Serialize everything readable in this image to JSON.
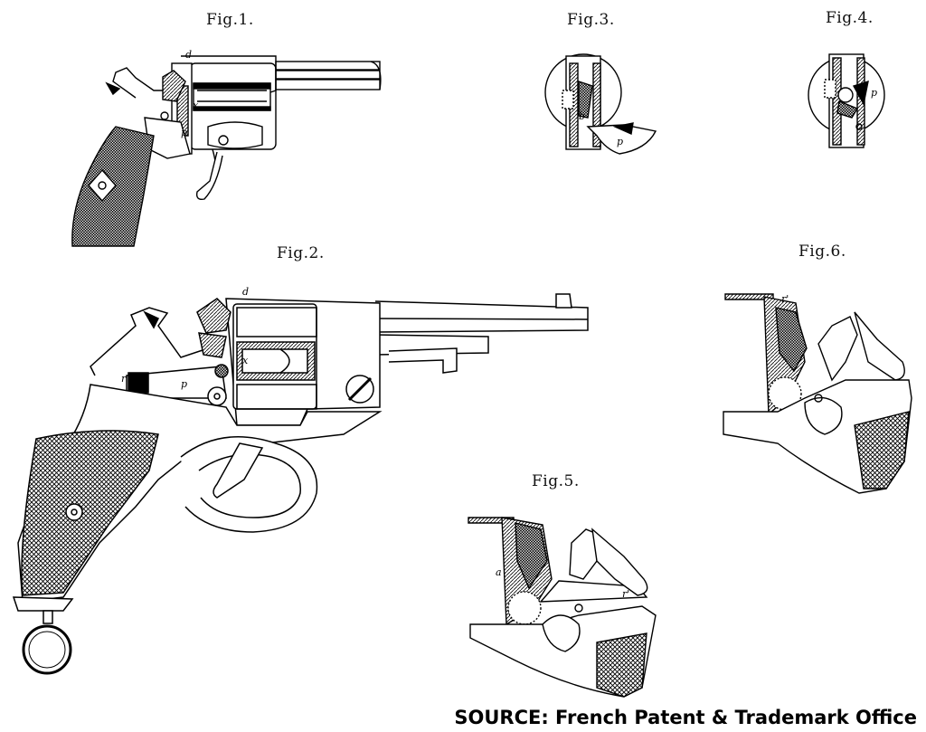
{
  "figures": {
    "fig1": {
      "label": "Fig.1."
    },
    "fig2": {
      "label": "Fig.2."
    },
    "fig3": {
      "label": "Fig.3."
    },
    "fig4": {
      "label": "Fig.4."
    },
    "fig5": {
      "label": "Fig.5."
    },
    "fig6": {
      "label": "Fig.6."
    }
  },
  "annotations": {
    "d": "d",
    "p": "p",
    "x": "x",
    "r": "r",
    "r_prime": "r'",
    "b": "b",
    "a": "a"
  },
  "source": "SOURCE: French Patent & Trademark Office",
  "colors": {
    "ink": "#000000",
    "paper": "#ffffff"
  }
}
